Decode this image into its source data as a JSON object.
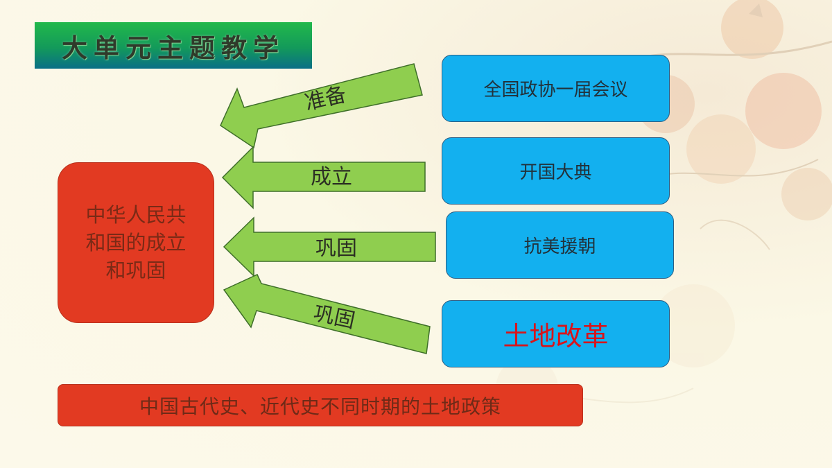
{
  "title": "大单元主题教学",
  "center": {
    "line1": "中华人民共",
    "line2": "和国的成立",
    "line3": "和巩固"
  },
  "events": [
    {
      "label": "全国政协一届会议",
      "relation": "准备"
    },
    {
      "label": "开国大典",
      "relation": "成立"
    },
    {
      "label": "抗美援朝",
      "relation": "巩固"
    },
    {
      "label": "土地改革",
      "relation": "巩固",
      "highlight_color": "#d8141a"
    }
  ],
  "bottom": "中国古代史、近代史不同时期的土地政策",
  "colors": {
    "arrow_fill": "#8fce4f",
    "box_red": "#e23a22",
    "box_blue": "#13b0ef",
    "banner_green": "#139a5a"
  }
}
